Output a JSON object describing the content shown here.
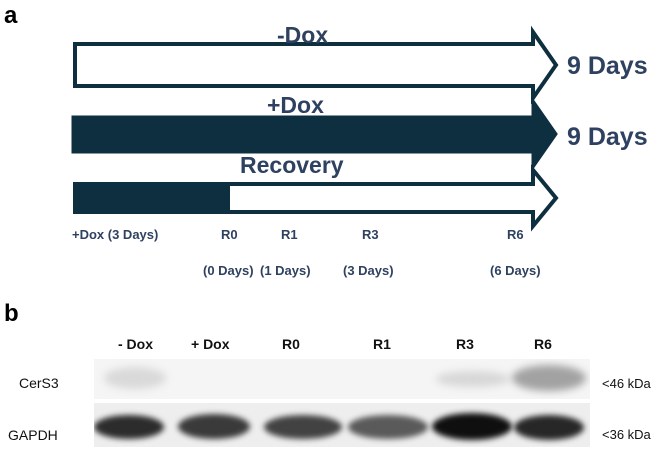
{
  "panel_a": {
    "label": "a",
    "arrows": {
      "minus_dox": {
        "label": "-Dox",
        "duration": "9 Days"
      },
      "plus_dox": {
        "label": "+Dox",
        "duration": "9 Days"
      },
      "recovery": {
        "label": "Recovery"
      }
    },
    "timeline": {
      "pretreatment": "+Dox (3 Days)",
      "points": [
        {
          "label": "R0",
          "days": "(0 Days)"
        },
        {
          "label": "R1",
          "days": "(1 Days)"
        },
        {
          "label": "R3",
          "days": "(3 Days)"
        },
        {
          "label": "R6",
          "days": "(6 Days)"
        }
      ]
    }
  },
  "panel_b": {
    "label": "b",
    "lanes": [
      "- Dox",
      "+ Dox",
      "R0",
      "R1",
      "R3",
      "R6"
    ],
    "rows": [
      {
        "name": "CerS3",
        "size": "<46 kDa"
      },
      {
        "name": "GAPDH",
        "size": "<36 kDa"
      }
    ]
  },
  "colors": {
    "navy": "#0e2f40",
    "label_blue": "#2e4160"
  }
}
